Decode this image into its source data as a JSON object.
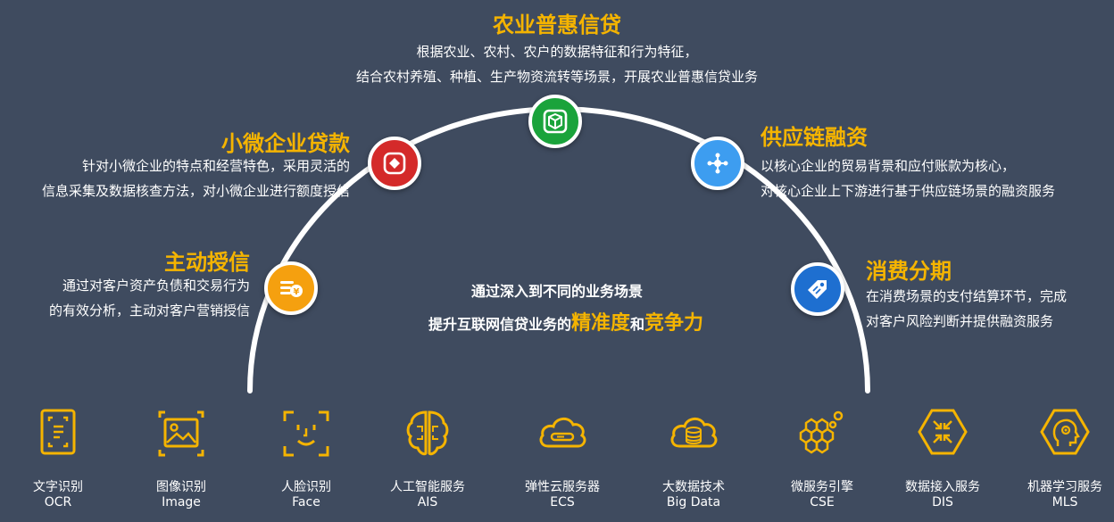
{
  "center": {
    "line1": "通过深入到不同的业务场景",
    "line2_prefix": "提升互联网信贷业务的",
    "line2_hl1": "精准度",
    "line2_mid": "和",
    "line2_hl2": "竞争力"
  },
  "scenarios": {
    "agri": {
      "title": "农业普惠信贷",
      "line1": "根据农业、农村、农户的数据特征和行为特征，",
      "line2": "结合农村养殖、种植、生产物资流转等场景，开展农业普惠信贷业务",
      "icon": "cube-icon",
      "color": "#1aa33b"
    },
    "micro": {
      "title": "小微企业贷款",
      "line1": "针对小微企业的特点和经营特色，采用灵活的",
      "line2": "信息采集及数据核查方法，对小微企业进行额度授信",
      "icon": "diamond-icon",
      "color": "#d42a2a"
    },
    "active": {
      "title": "主动授信",
      "line1": "通过对客户资产负债和交易行为",
      "line2": "的有效分析，主动对客户营销授信",
      "icon": "coin-icon",
      "color": "#f5a00f"
    },
    "supply": {
      "title": "供应链融资",
      "line1": "以核心企业的贸易背景和应付账款为核心，",
      "line2": "对核心企业上下游进行基于供应链场景的融资服务",
      "icon": "network-icon",
      "color": "#3d9df0"
    },
    "consume": {
      "title": "消费分期",
      "line1": "在消费场景的支付结算环节，完成",
      "line2": "对客户风险判断并提供融资服务",
      "icon": "tag-icon",
      "color": "#1e6fd0"
    }
  },
  "services": [
    {
      "zh": "文字识别",
      "en": "OCR",
      "icon": "ocr-icon"
    },
    {
      "zh": "图像识别",
      "en": "Image",
      "icon": "image-icon"
    },
    {
      "zh": "人脸识别",
      "en": "Face",
      "icon": "face-icon"
    },
    {
      "zh": "人工智能服务",
      "en": "AIS",
      "icon": "brain-icon"
    },
    {
      "zh": "弹性云服务器",
      "en": "ECS",
      "icon": "cloud-icon"
    },
    {
      "zh": "大数据技术",
      "en": "Big Data",
      "icon": "database-icon"
    },
    {
      "zh": "微服务引擎",
      "en": "CSE",
      "icon": "honeycomb-icon"
    },
    {
      "zh": "数据接入服务",
      "en": "DIS",
      "icon": "hexagon-arrows-icon"
    },
    {
      "zh": "机器学习服务",
      "en": "MLS",
      "icon": "head-gear-icon"
    }
  ],
  "colors": {
    "accent": "#f5b400",
    "background": "#3f4b5f",
    "arc": "#ffffff"
  }
}
